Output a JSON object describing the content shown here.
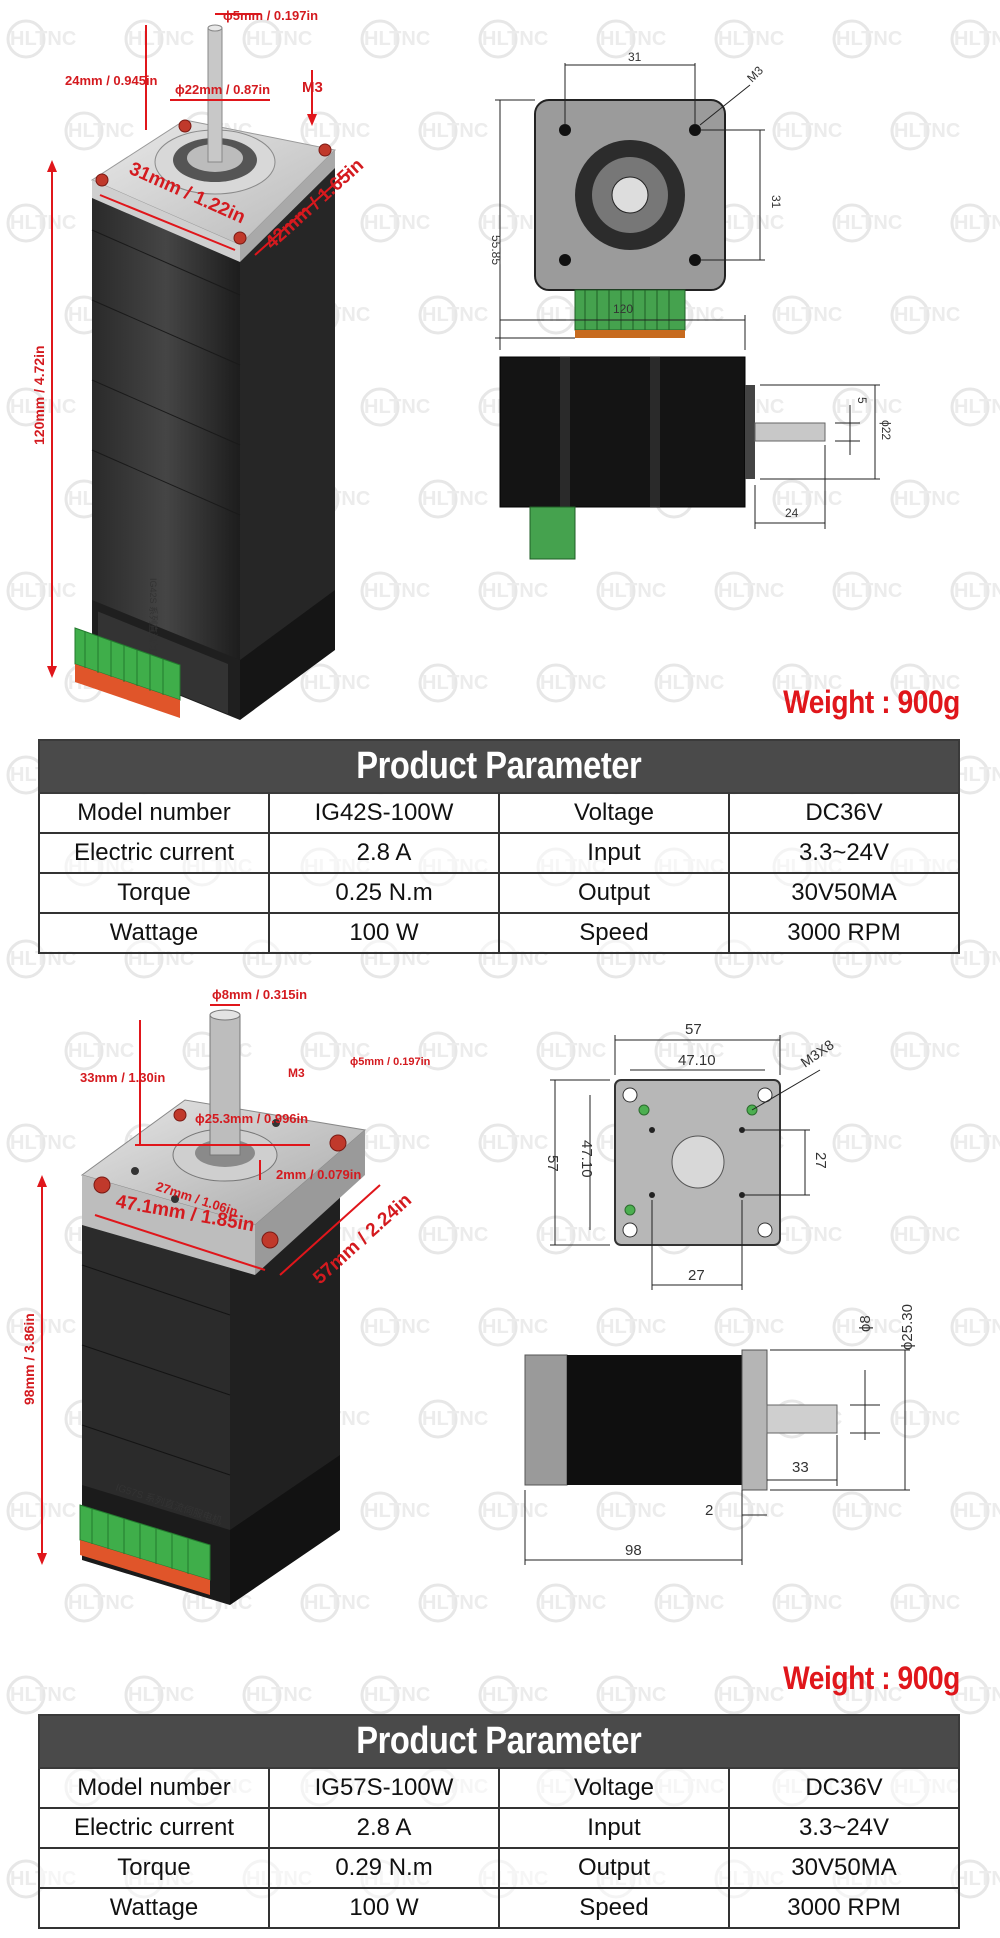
{
  "brand": {
    "watermark": "HLTNC"
  },
  "colors": {
    "accent_red": "#e0161b",
    "table_header": "#4a4a4a",
    "terminal_green": "#3fae4a"
  },
  "motor1": {
    "photo_labels": {
      "shaft_dia": "ϕ5mm / 0.197in",
      "shaft_len": "24mm / 0.945in",
      "boss_dia": "ϕ22mm / 0.87in",
      "screw": "M3",
      "hole_pitch": "31mm / 1.22in",
      "flange": "42mm / 1.65in",
      "body_len": "120mm / 4.72in",
      "side_label": "IG42S 系列直流伺服电机"
    },
    "drawing_labels": {
      "top_width": "31",
      "top_screw": "M3",
      "top_right": "31",
      "top_height": "55.85",
      "side_len": "120",
      "side_shaft": "5",
      "side_boss": "ϕ22",
      "side_shaft_len": "24"
    },
    "weight": "Weight : 900g",
    "table": {
      "title": "Product Parameter",
      "rows": [
        [
          "Model number",
          "IG42S-100W",
          "Voltage",
          "DC36V"
        ],
        [
          "Electric current",
          "2.8 A",
          "Input",
          "3.3~24V"
        ],
        [
          "Torque",
          "0.25 N.m",
          "Output",
          "30V50MA"
        ],
        [
          "Wattage",
          "100 W",
          "Speed",
          "3000 RPM"
        ]
      ]
    }
  },
  "motor2": {
    "photo_labels": {
      "shaft_dia": "ϕ8mm / 0.315in",
      "shaft_len": "33mm / 1.30in",
      "screw": "M3",
      "hole_dia": "ϕ5mm / 0.197in",
      "boss_dia": "ϕ25.3mm / 0.996in",
      "boss_h": "2mm / 0.079in",
      "hole_pitch_small": "27mm / 1.06in",
      "hole_pitch": "47.1mm / 1.85in",
      "flange": "57mm / 2.24in",
      "body_len": "98mm / 3.86in",
      "side_label": "IG57S 系列直流伺服电机"
    },
    "drawing_labels": {
      "top_width": "57",
      "top_inner": "47.10",
      "top_screw": "M3X8",
      "top_left_h": "57",
      "top_left_inner": "47.10",
      "top_right": "27",
      "top_bottom": "27",
      "side_shaft": "ϕ8",
      "side_boss": "ϕ25.30",
      "side_boss_len": "2",
      "side_shaft_len": "33",
      "side_len": "98"
    },
    "weight": "Weight : 900g",
    "table": {
      "title": "Product Parameter",
      "rows": [
        [
          "Model number",
          "IG57S-100W",
          "Voltage",
          "DC36V"
        ],
        [
          "Electric current",
          "2.8 A",
          "Input",
          "3.3~24V"
        ],
        [
          "Torque",
          "0.29 N.m",
          "Output",
          "30V50MA"
        ],
        [
          "Wattage",
          "100 W",
          "Speed",
          "3000 RPM"
        ]
      ]
    }
  }
}
